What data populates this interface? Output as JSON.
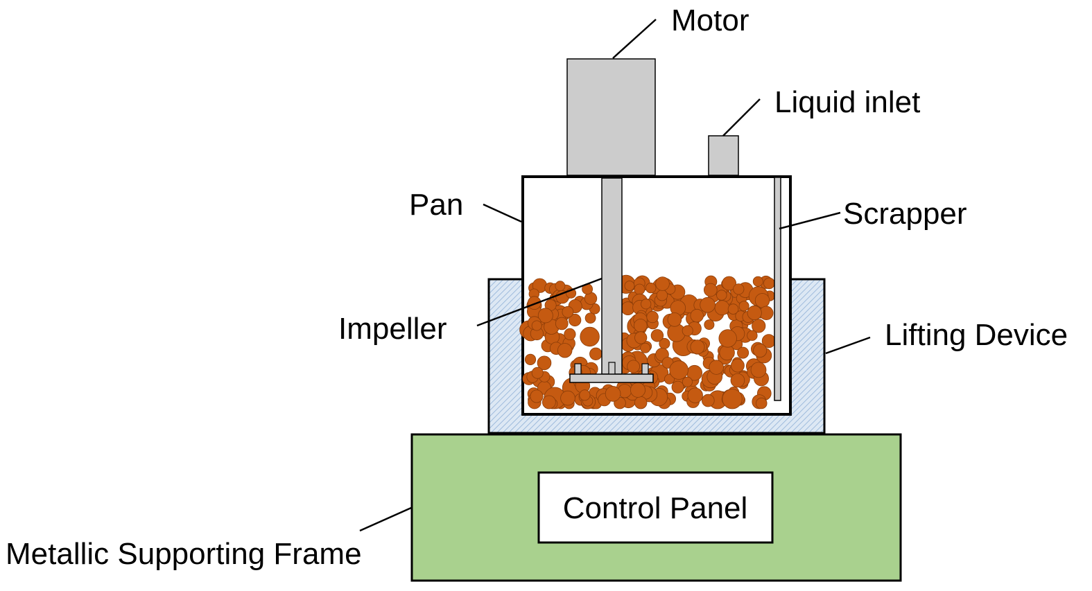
{
  "labels": {
    "motor": "Motor",
    "liquid_inlet": "Liquid inlet",
    "pan": "Pan",
    "scrapper": "Scrapper",
    "impeller": "Impeller",
    "lifting_device": "Lifting Device",
    "control_panel": "Control Panel",
    "frame": "Metallic Supporting Frame"
  },
  "colors": {
    "frame_fill": "#a9d18e",
    "lifting_fill": "#dde8f4",
    "lifting_hatch": "#8fb0d6",
    "metal_fill": "#cccccc",
    "granule_fill": "#c55a11",
    "granule_stroke": "#8a3c08",
    "outline": "#000000",
    "panel_fill": "#ffffff"
  }
}
